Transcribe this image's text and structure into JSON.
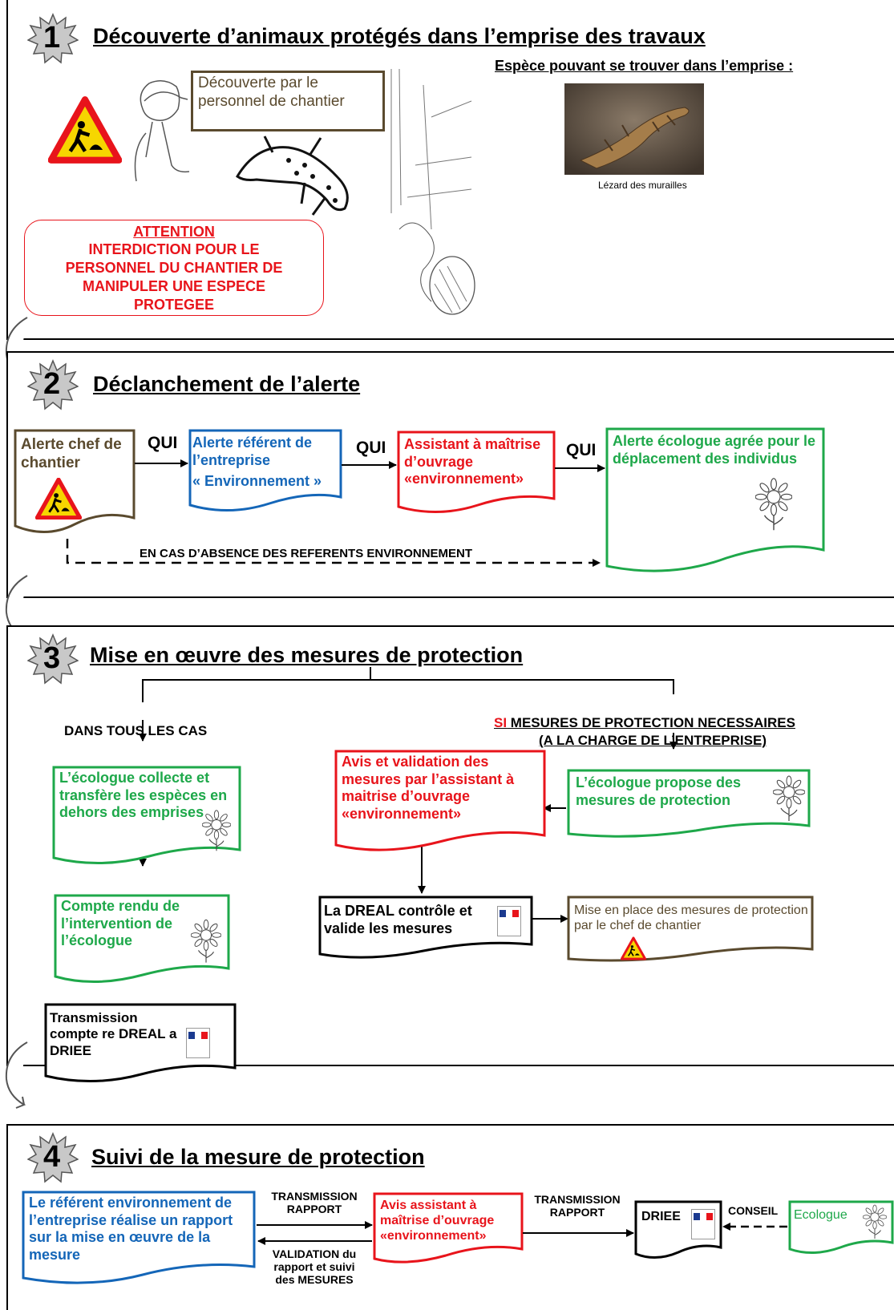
{
  "colors": {
    "green": "#1ea84a",
    "red": "#e8141b",
    "blue": "#1466b8",
    "brown": "#5a4a2e"
  },
  "section1": {
    "number": "1",
    "title": "Découverte d’animaux protégés dans l’emprise des travaux",
    "discovery_box": "Découverte par le personnel de chantier",
    "species_heading": "Espèce pouvant se trouver dans l’emprise :",
    "species_caption": "Lézard des murailles",
    "attention_title": "ATTENTION",
    "attention_text": "INTERDICTION POUR LE PERSONNEL DU CHANTIER DE MANIPULER UNE ESPECE PROTEGEE"
  },
  "section2": {
    "number": "2",
    "title": "Déclanchement de l’alerte",
    "box1": "Alerte chef de chantier",
    "qui": "QUI",
    "box2_line1": "Alerte référent de l’entreprise",
    "box2_line2": "« Environnement »",
    "box3": "Assistant à maîtrise d’ouvrage «environnement»",
    "box4": "Alerte écologue agrée pour le déplacement des individus",
    "absence_label": "EN CAS D’ABSENCE DES REFERENTS ENVIRONNEMENT"
  },
  "section3": {
    "number": "3",
    "title": "Mise en œuvre des mesures de protection",
    "left_label": "DANS TOUS LES CAS",
    "right_label_si": "SI",
    "right_label_rest": " MESURES DE PROTECTION NECESSAIRES",
    "right_label_line2": "(A LA CHARGE DE L’ENTREPRISE)",
    "collect_box": "L’écologue collecte et transfère les espèces en dehors des emprises",
    "report_box": "Compte rendu de l’intervention de l’écologue",
    "transmit_box": "Transmission compte re DREAL a DRIEE",
    "validation_box": "Avis et validation des mesures par l’assistant à maitrise d’ouvrage «environnement»",
    "propose_box": "L’écologue propose des mesures de protection",
    "dreal_box": "La DREAL contrôle et valide les mesures",
    "setup_box": "Mise en place des mesures de protection par le chef de chantier"
  },
  "section4": {
    "number": "4",
    "title": "Suivi de la mesure de protection",
    "referent_box": "Le référent environnement de l’entreprise réalise un rapport sur la mise en œuvre de la mesure",
    "transmission1": "TRANSMISSION RAPPORT",
    "validation": "VALIDATION du rapport et suivi des MESURES",
    "assistant_box": "Avis assistant à maîtrise d’ouvrage «environnement»",
    "transmission2": "TRANSMISSION RAPPORT",
    "driee_box": "DRIEE",
    "conseil": "CONSEIL",
    "ecologue_box": "Ecologue"
  }
}
